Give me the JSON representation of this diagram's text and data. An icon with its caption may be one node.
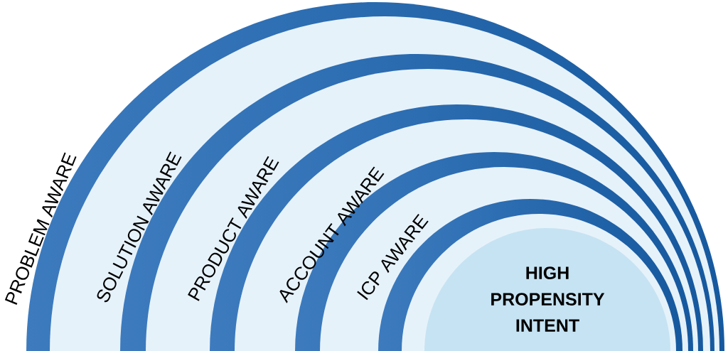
{
  "diagram": {
    "nodes": [
      {
        "text": [
          "PROBLEM AWARE"
        ]
      },
      {
        "text": [
          "SOLUTION AWARE"
        ]
      },
      {
        "text": [
          "PRODUCT AWARE"
        ]
      },
      {
        "text": [
          "ACCOUNT AWARE"
        ]
      },
      {
        "text": [
          "ICP AWARE"
        ]
      },
      {
        "text": [
          "HIGH PROPENSITY INTENT"
        ]
      }
    ]
  }
}
